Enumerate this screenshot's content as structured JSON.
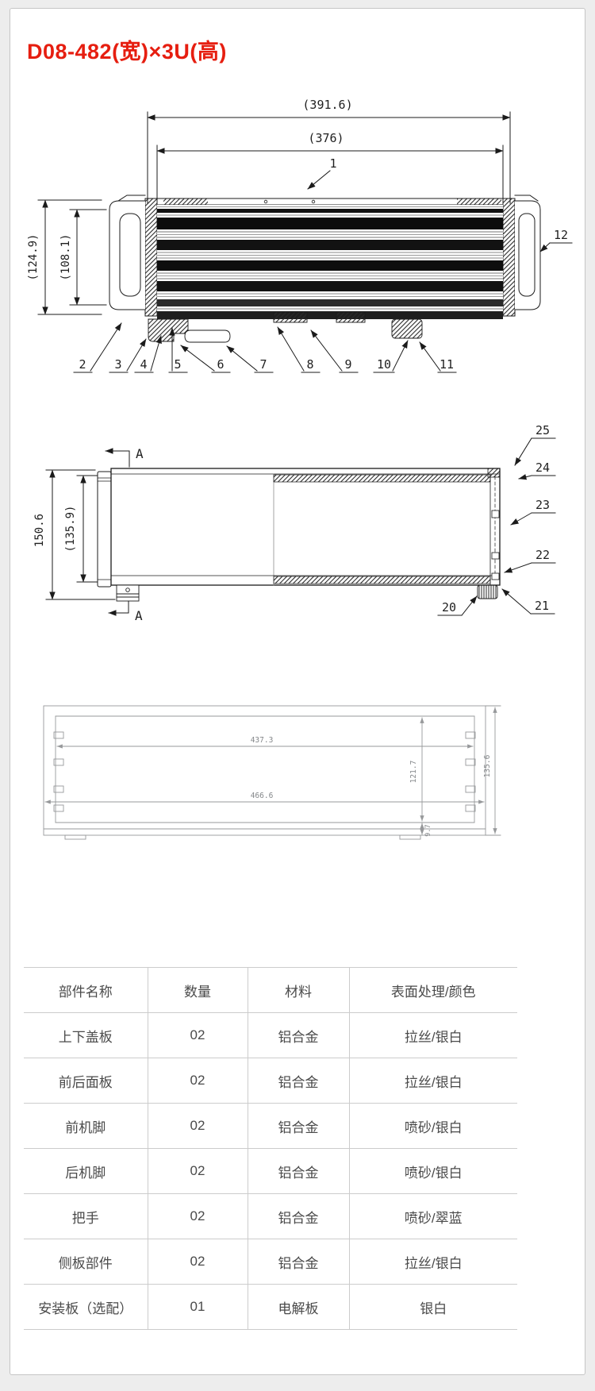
{
  "page": {
    "title": "D08-482(宽)×3U(高)"
  },
  "colors": {
    "accent_red": "#e61e10",
    "drawing_line": "#1b1b1b",
    "section_line": "#97999b",
    "table_border": "#cccccc",
    "table_text": "#4a4a4a"
  },
  "views": {
    "front": {
      "dim_width_outer": "(391.6)",
      "dim_width_inner": "(376)",
      "dim_height_outer": "(124.9)",
      "dim_height_inner": "(108.1)",
      "labels": [
        "1",
        "2",
        "3",
        "4",
        "5",
        "6",
        "7",
        "8",
        "9",
        "10",
        "11",
        "12"
      ]
    },
    "side": {
      "dim_height_outer": "150.6",
      "dim_height_inner": "(135.9)",
      "section_marker": "A",
      "labels": [
        "20",
        "21",
        "22",
        "23",
        "24",
        "25"
      ]
    },
    "section": {
      "dim_inner_width": "437.3",
      "dim_inner_height": "121.7",
      "dim_plate_offset": "9.7",
      "dim_outer_height": "135.6",
      "dim_outer_width": "466.6"
    }
  },
  "table": {
    "headers": [
      "部件名称",
      "数量",
      "材料",
      "表面处理/颜色"
    ],
    "rows": [
      {
        "name": "上下盖板",
        "qty": "02",
        "material": "铝合金",
        "finish": "拉丝/银白"
      },
      {
        "name": "前后面板",
        "qty": "02",
        "material": "铝合金",
        "finish": "拉丝/银白"
      },
      {
        "name": "前机脚",
        "qty": "02",
        "material": "铝合金",
        "finish": "喷砂/银白"
      },
      {
        "name": "后机脚",
        "qty": "02",
        "material": "铝合金",
        "finish": "喷砂/银白"
      },
      {
        "name": "把手",
        "qty": "02",
        "material": "铝合金",
        "finish": "喷砂/翠蓝"
      },
      {
        "name": "侧板部件",
        "qty": "02",
        "material": "铝合金",
        "finish": "拉丝/银白"
      },
      {
        "name": "安装板（选配）",
        "qty": "01",
        "material": "电解板",
        "finish": "银白"
      }
    ]
  }
}
